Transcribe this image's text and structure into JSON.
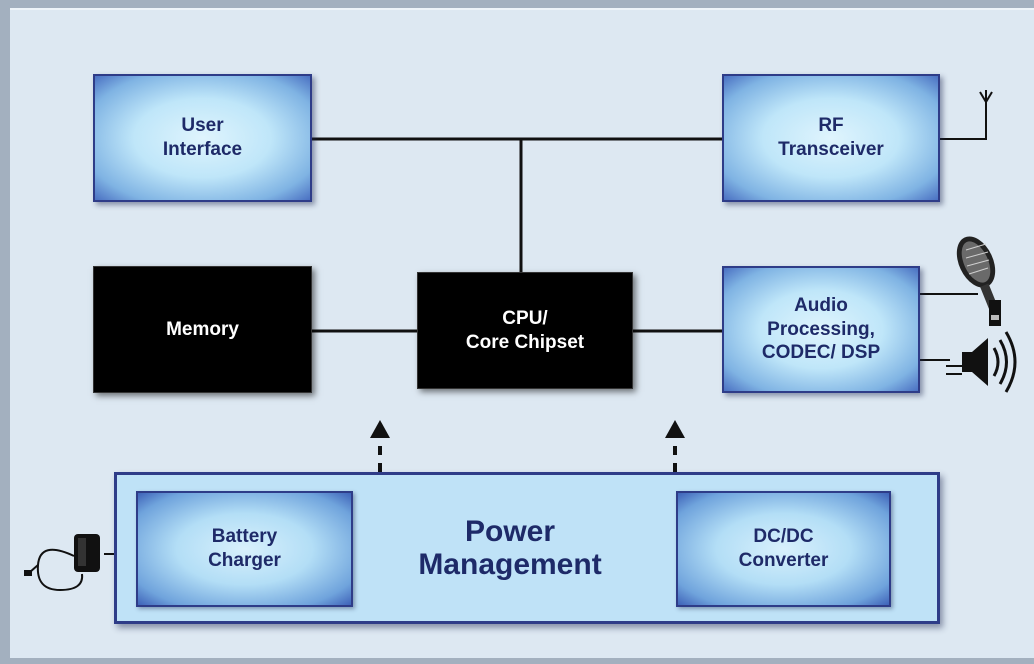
{
  "blocks": {
    "user_interface": [
      "User",
      "Interface"
    ],
    "rf_transceiver": [
      "RF",
      "Transceiver"
    ],
    "memory": [
      "Memory"
    ],
    "cpu": [
      "CPU/",
      "Core Chipset"
    ],
    "audio": [
      "Audio",
      "Processing,",
      "CODEC/ DSP"
    ],
    "battery_charger": [
      "Battery",
      "Charger"
    ],
    "power_management": [
      "Power",
      "Management"
    ],
    "dc_dc": [
      "DC/DC",
      "Converter"
    ]
  },
  "colors": {
    "box_border": "#2e3c88",
    "box_text": "#1e2a68",
    "background": "#dde8f2",
    "dark_box": "#000000"
  },
  "icons": [
    "antenna-icon",
    "microphone-icon",
    "speaker-icon",
    "power-adapter-icon"
  ]
}
